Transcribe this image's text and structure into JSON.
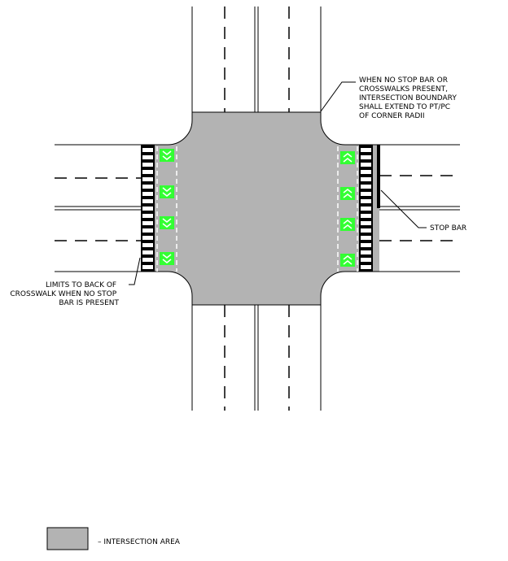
{
  "annotations": {
    "boundary_note": [
      "WHEN NO STOP BAR OR",
      "CROSSWALKS PRESENT,",
      "INTERSECTION BOUNDARY",
      "SHALL EXTEND TO PT/PC",
      "OF CORNER RADII"
    ],
    "stop_bar_note": "STOP BAR",
    "crosswalk_note": [
      "LIMITS TO BACK OF",
      "CROSSWALK WHEN NO STOP",
      "BAR IS PRESENT"
    ]
  },
  "legend": {
    "label": "– INTERSECTION AREA",
    "swatch_color": "#b3b3b3"
  },
  "colors": {
    "intersection_fill": "#b3b3b3",
    "marker_green": "#33ff33",
    "line": "#000000",
    "lane_dash": "#ffffff"
  },
  "icons": {
    "left_markers": "chevron-down-icon",
    "right_markers": "chevron-up-icon"
  }
}
